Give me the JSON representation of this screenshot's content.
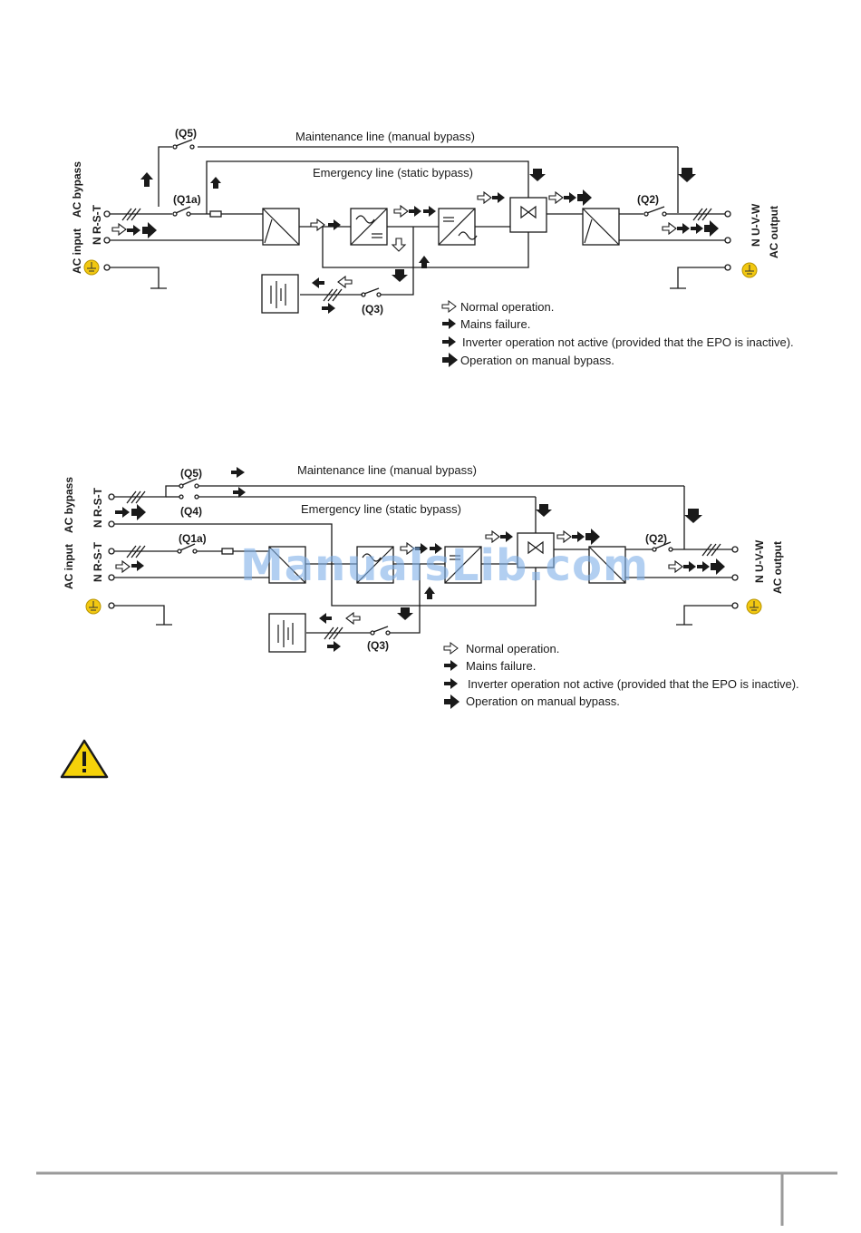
{
  "diagram1": {
    "q5": "(Q5)",
    "q1a": "(Q1a)",
    "q2": "(Q2)",
    "q3": "(Q3)",
    "maintenance_line": "Maintenance line (manual bypass)",
    "emergency_line": "Emergency line (static bypass)",
    "ac_bypass": "AC bypass",
    "ac_input": "AC input",
    "n_rst": "N R-S-T",
    "n_uvw": "N U-V-W",
    "ac_output": "AC output"
  },
  "diagram2": {
    "q5": "(Q5)",
    "q4": "(Q4)",
    "q1a": "(Q1a)",
    "q2": "(Q2)",
    "q3": "(Q3)",
    "maintenance_line": "Maintenance line (manual bypass)",
    "emergency_line": "Emergency line (static bypass)",
    "ac_bypass": "AC bypass",
    "ac_input": "AC input",
    "n_rst_bypass": "N R-S-T",
    "n_rst_input": "N R-S-T",
    "n_uvw": "N U-V-W",
    "ac_output": "AC output"
  },
  "legend": {
    "normal": "Normal operation.",
    "mains_failure": "Mains failure.",
    "inverter_inactive": "Inverter operation not active (provided that the EPO is inactive).",
    "manual_bypass": "Operation on manual bypass."
  },
  "watermark": "ManualsLib.com",
  "icons": {
    "warning": "warning-triangle-icon",
    "ground": "earth-ground-icon",
    "battery": "battery-icon",
    "rectifier": "rectifier-icon",
    "inverter": "inverter-icon",
    "static_switch": "static-switch-icon"
  },
  "colors": {
    "ground_yellow": "#f2c811",
    "warning_yellow": "#f5d20a",
    "line": "#1a1a1a",
    "footer_rule": "#9a9a9a"
  }
}
